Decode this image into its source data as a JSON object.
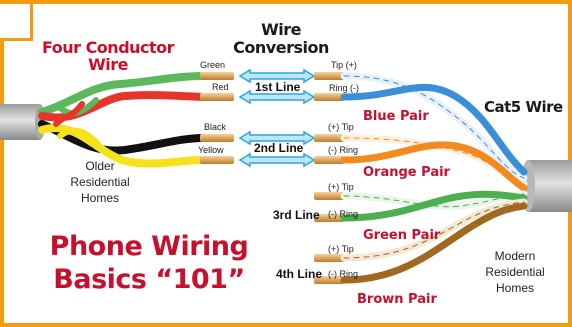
{
  "title_line1": "Phone Wiring",
  "title_line2": "Basics “101”",
  "four_conductor": {
    "line1": "Four Conductor",
    "line2": "Wire"
  },
  "wire_conversion": {
    "line1": "Wire",
    "line2": "Conversion"
  },
  "cat5_label": "Cat5 Wire",
  "older_homes": [
    "Older",
    "Residential",
    "Homes"
  ],
  "modern_homes": [
    "Modern",
    "Residential",
    "Homes"
  ],
  "left_wires": {
    "green": "Green",
    "red": "Red",
    "black": "Black",
    "yellow": "Yellow"
  },
  "lines": {
    "first": "1st Line",
    "second": "2nd Line",
    "third": "3rd Line",
    "fourth": "4th Line"
  },
  "conductors": {
    "tip_plus": "Tip (+)",
    "ring_minus": "Ring (-)",
    "plus_tip": "(+) Tip",
    "minus_ring": "(-) Ring"
  },
  "pairs": {
    "blue": "Blue Pair",
    "orange": "Orange Pair",
    "green": "Green Pair",
    "brown": "Brown Pair"
  },
  "colors": {
    "frame": "#f39c12",
    "title": "#c8102e",
    "green_wire": "#5cb85c",
    "red_wire": "#e8352b",
    "yellow_wire": "#f5e21a",
    "blue_pair": "#3a8fd8",
    "orange_pair": "#f28a1e",
    "green_pair": "#4caf50",
    "brown_pair": "#a0691f",
    "arrow": "#2aa7e0"
  }
}
